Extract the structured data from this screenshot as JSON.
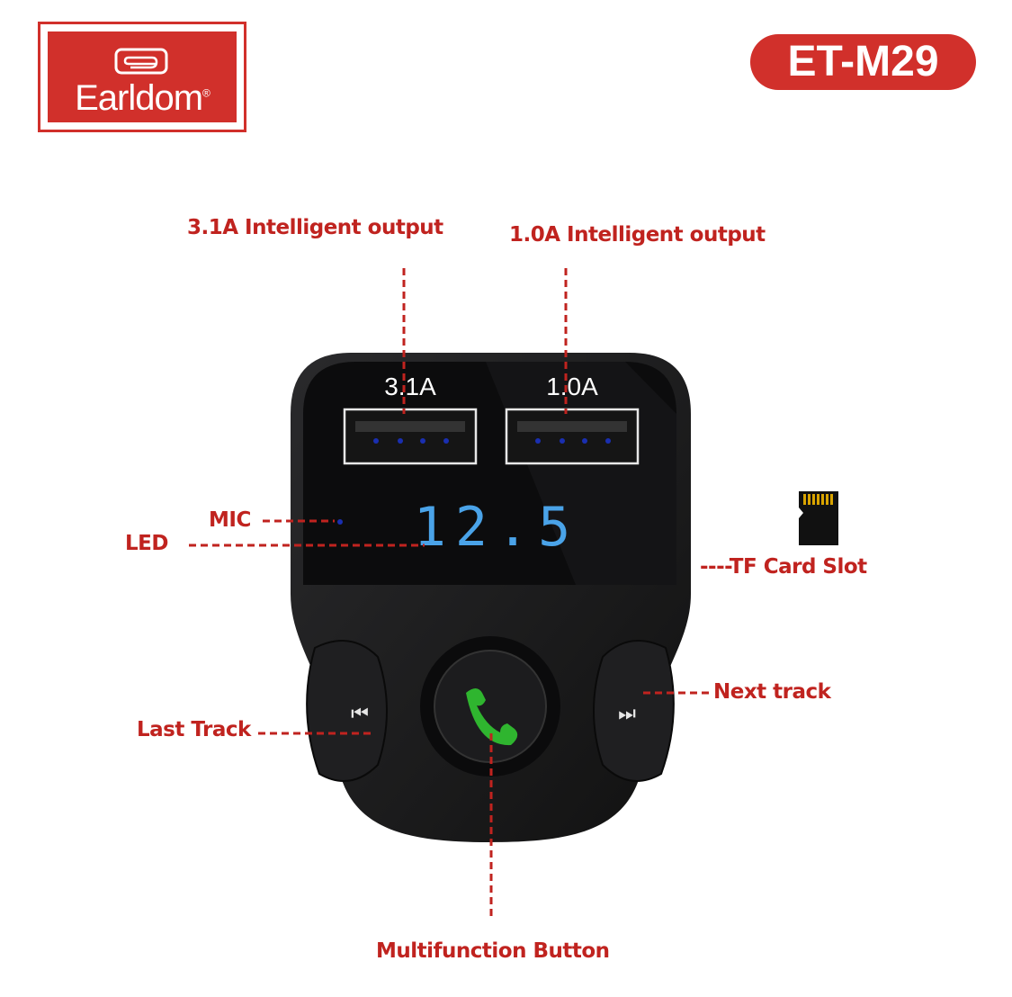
{
  "brand": {
    "logo_text": "Earldom",
    "registered": "®"
  },
  "model": "ET-M29",
  "device": {
    "port1_label": "3.1A",
    "port2_label": "1.0A",
    "display": "12.5"
  },
  "callouts": {
    "port1": "3.1A Intelligent output",
    "port2": "1.0A Intelligent output",
    "mic": "MIC",
    "led": "LED",
    "tf_card": "----TF Card Slot",
    "next_track": "Next track",
    "last_track": "Last Track",
    "multifunction": "Multifunction Button"
  },
  "colors": {
    "accent": "#c0231f",
    "display": "#4aa3e8",
    "call_icon": "#2fb52f"
  }
}
